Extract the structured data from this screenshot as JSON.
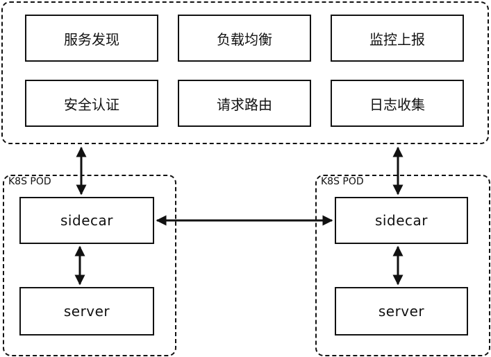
{
  "capabilities": {
    "items": [
      "服务发现",
      "负载均衡",
      "监控上报",
      "安全认证",
      "请求路由",
      "日志收集"
    ]
  },
  "pods": [
    {
      "label": "K8S POD",
      "sidecar": "sidecar",
      "server": "server"
    },
    {
      "label": "K8S POD",
      "sidecar": "sidecar",
      "server": "server"
    }
  ]
}
